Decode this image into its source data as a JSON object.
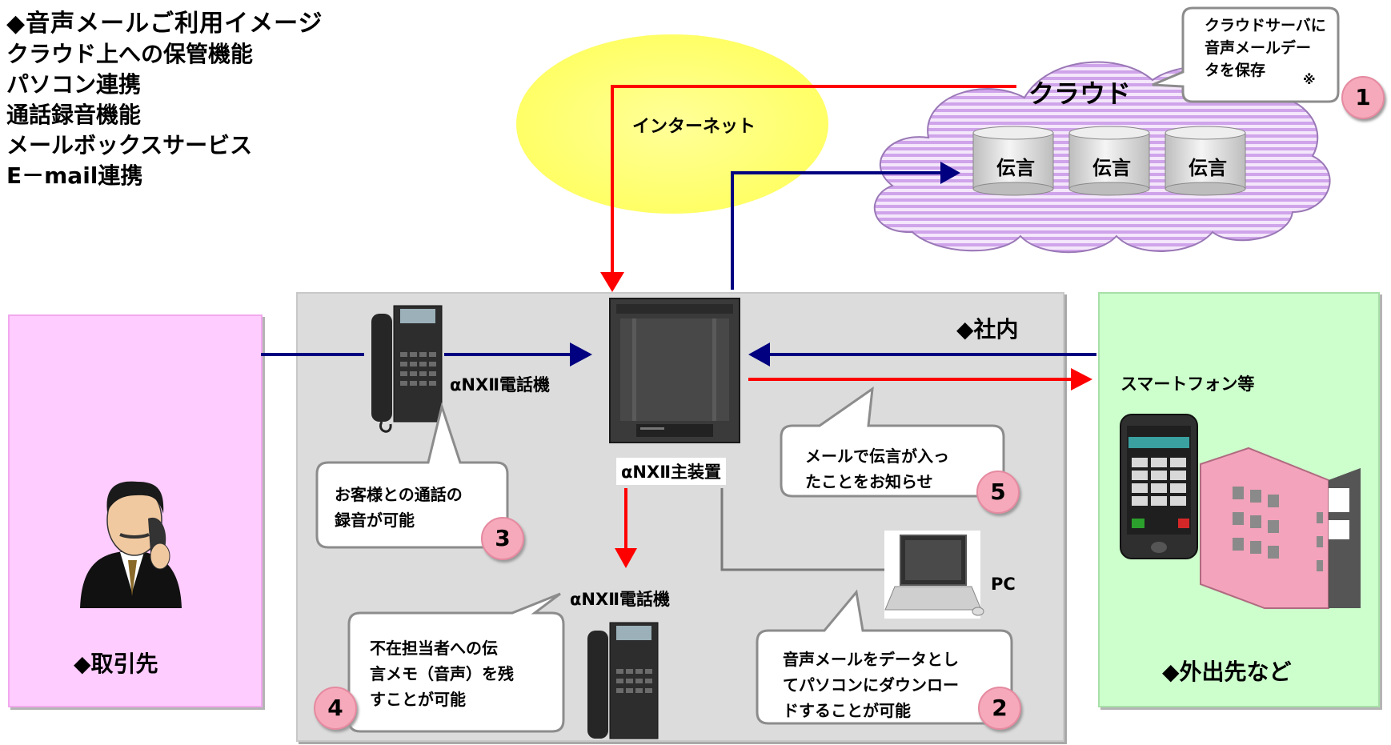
{
  "heading": "◆音声メールご利用イメージ",
  "features": [
    "クラウド上への保管機能",
    "パソコン連携",
    "通話録音機能",
    "メールボックスサービス",
    "E－mail連携"
  ],
  "internet_label": "インターネット",
  "cloud": {
    "title": "クラウド",
    "storage_labels": [
      "伝言",
      "伝言",
      "伝言"
    ],
    "callout_lines": [
      "クラウドサーバに",
      "音声メールデー",
      "タを保存"
    ],
    "note_mark": "※",
    "number": "1"
  },
  "partner": {
    "title": "◆取引先"
  },
  "office": {
    "title": "◆社内",
    "phone_label": "αNXⅡ電話機",
    "main_unit_label": "αNXⅡ主装置",
    "phone2_label": "αNXⅡ電話機",
    "pc_label": "PC",
    "callout_record": {
      "lines": [
        "お客様との通話の",
        "録音が可能"
      ],
      "number": "3"
    },
    "callout_memo": {
      "lines": [
        "不在担当者への伝",
        "言メモ（音声）を残",
        "すことが可能"
      ],
      "number": "4"
    },
    "callout_mail": {
      "lines": [
        "メールで伝言が入っ",
        "たことをお知らせ"
      ],
      "number": "5"
    },
    "callout_pc": {
      "lines": [
        "音声メールをデータとし",
        "てパソコンにダウンロー",
        "ドすることが可能"
      ],
      "number": "2"
    }
  },
  "away": {
    "title": "◆外出先など",
    "smartphone_label": "スマートフォン等"
  },
  "colors": {
    "red": "#ff0000",
    "navy": "#000080",
    "partner_bg": "#ffccff",
    "office_bg": "#dcdcdc",
    "away_bg": "#ccffcc",
    "cloud_fill": "#e5c8f5",
    "badge": "#f6a9ba"
  }
}
